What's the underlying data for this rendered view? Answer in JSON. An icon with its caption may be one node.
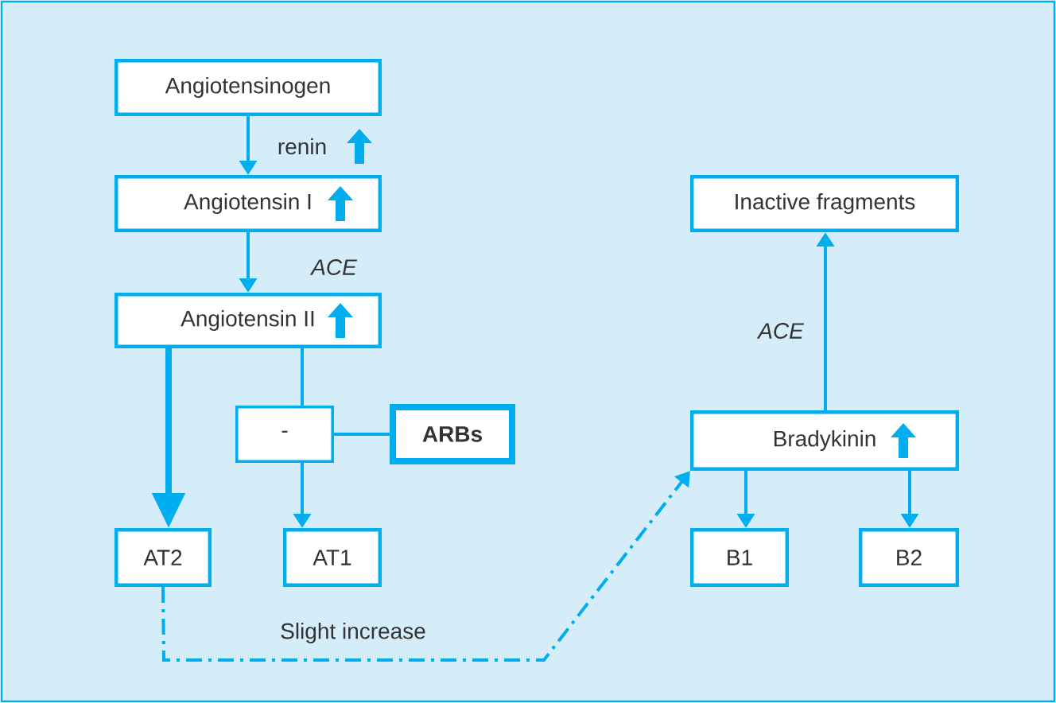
{
  "diagram": {
    "nodes": [
      {
        "text": [
          "Angiotensinogen"
        ]
      },
      {
        "text": [
          "Angiotensin I"
        ]
      },
      {
        "text": [
          "Angiotensin II"
        ]
      },
      {
        "text": [
          "-"
        ]
      },
      {
        "text": [
          "ARBs"
        ]
      },
      {
        "text": [
          "AT2"
        ]
      },
      {
        "text": [
          "AT1"
        ]
      },
      {
        "text": [
          "Inactive fragments"
        ]
      },
      {
        "text": [
          "Bradykinin"
        ]
      },
      {
        "text": [
          "B1"
        ]
      },
      {
        "text": [
          "B2"
        ]
      }
    ],
    "edges": [
      {
        "from": 0,
        "to": 1,
        "arrow": "to",
        "label": "renin"
      },
      {
        "from": 1,
        "to": 2,
        "arrow": "to",
        "label": "ACE"
      },
      {
        "from": 2,
        "to": 5,
        "arrow": "to",
        "style": "thick"
      },
      {
        "from": 2,
        "to": 3,
        "arrow": "none"
      },
      {
        "from": 4,
        "to": 3,
        "arrow": "none"
      },
      {
        "from": 3,
        "to": 6,
        "arrow": "to"
      },
      {
        "from": 5,
        "to": 8,
        "arrow": "to",
        "style": "dashed",
        "label": "Slight increase"
      },
      {
        "from": 8,
        "to": 7,
        "arrow": "to",
        "label": "ACE"
      },
      {
        "from": 8,
        "to": 9,
        "arrow": "to"
      },
      {
        "from": 8,
        "to": 10,
        "arrow": "to"
      }
    ]
  }
}
